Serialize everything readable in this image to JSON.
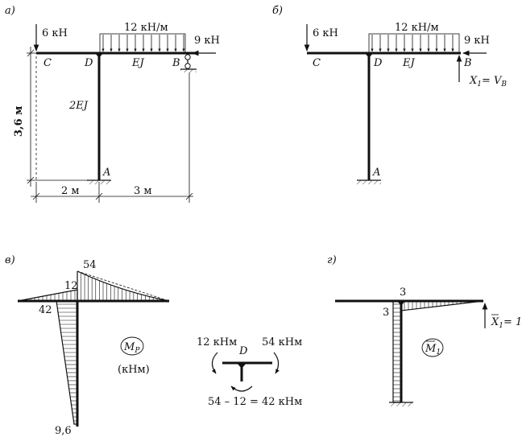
{
  "panels": {
    "a": {
      "label": "а)",
      "force_p": "6 кН",
      "load_q": "12 кН/м",
      "force_h": "9 кН",
      "node_c": "C",
      "node_d": "D",
      "node_b": "B",
      "node_a": "A",
      "stiff_beam": "EJ",
      "stiff_col": "2EJ",
      "dim_h": "3,6 м",
      "dim_l1": "2 м",
      "dim_l2": "3 м"
    },
    "b": {
      "label": "б)",
      "force_p": "6 кН",
      "load_q": "12 кН/м",
      "force_h": "9 кН",
      "node_c": "C",
      "node_d": "D",
      "node_b": "B",
      "node_a": "A",
      "stiff_beam": "EJ",
      "unknown_main": "X",
      "unknown_sub": "1",
      "unknown_eq": "= V",
      "unknown_eq_sub": "B"
    },
    "c": {
      "label": "в)",
      "val_54": "54",
      "val_12": "12",
      "val_42": "42",
      "val_96": "9,6",
      "badge_main": "M",
      "badge_sub": "P",
      "units": "(кНм)",
      "node_d": "D",
      "mom_left": "12 кНм",
      "mom_right": "54 кНм",
      "mom_eq": "54 – 12 = 42 кНм"
    },
    "d": {
      "label": "г)",
      "val_top": "3",
      "val_left": "3",
      "badge_main": "M",
      "badge_sub": "1",
      "unit_main": "X",
      "unit_sub": "1",
      "unit_eq": "= 1"
    }
  }
}
